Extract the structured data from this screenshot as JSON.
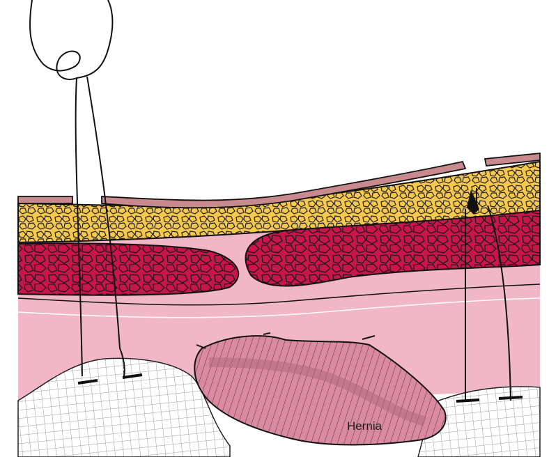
{
  "labels": {
    "hernia": "Hernia"
  },
  "colors": {
    "skin": "#c98a8f",
    "fat": "#f6c94e",
    "muscle": "#c8154a",
    "fascia": "#f2b7c7",
    "hernia_sac": "#d98aa0",
    "mesh": "#b9b9b9",
    "outline": "#111111"
  },
  "icons": [
    "suture-icon",
    "needle-icon",
    "mesh-pattern",
    "fat-cell-pattern",
    "muscle-pattern",
    "hernia-striation-pattern"
  ]
}
